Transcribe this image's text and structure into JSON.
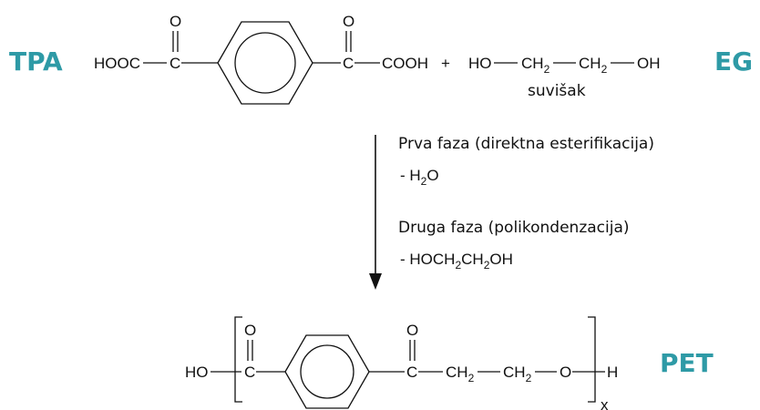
{
  "labels": {
    "tpa": "TPA",
    "eg": "EG",
    "pet": "PET"
  },
  "reactants": {
    "hooc": "HOOC",
    "c": "C",
    "o": "O",
    "cooh": "COOH",
    "plus": "+",
    "ho": "HO",
    "ch": "CH",
    "sub2": "2",
    "oh": "OH",
    "excess": "suvišak"
  },
  "steps": {
    "phase1": "Prva faza (direktna esterifikacija)",
    "phase1_loss_prefix": "- H",
    "phase1_loss_sub": "2",
    "phase1_loss_suffix": "O",
    "phase2": "Druga faza (polikondenzacija)",
    "phase2_loss_a": "- HOCH",
    "phase2_loss_sub": "2",
    "phase2_loss_b": "CH",
    "phase2_loss_sub2": "2",
    "phase2_loss_c": "OH"
  },
  "product": {
    "ho": "HO",
    "c": "C",
    "o": "O",
    "ch": "CH",
    "sub2": "2",
    "h": "H",
    "x": "x"
  }
}
